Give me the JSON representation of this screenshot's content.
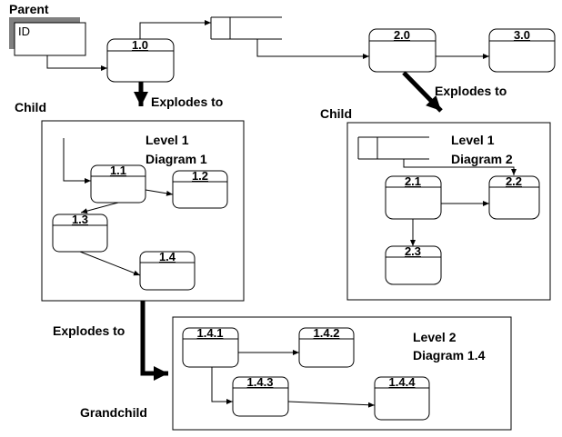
{
  "labels": {
    "parent": "Parent",
    "child_left": "Child",
    "child_right": "Child",
    "grandchild": "Grandchild",
    "explodes_1": "Explodes to",
    "explodes_2": "Explodes to",
    "explodes_3": "Explodes to"
  },
  "external_entity": {
    "label": "ID"
  },
  "context_level": {
    "processes": [
      {
        "id": "1.0"
      },
      {
        "id": "2.0"
      },
      {
        "id": "3.0"
      }
    ]
  },
  "diagram_1": {
    "title_line1": "Level 1",
    "title_line2": "Diagram 1",
    "processes": [
      {
        "id": "1.1"
      },
      {
        "id": "1.2"
      },
      {
        "id": "1.3"
      },
      {
        "id": "1.4"
      }
    ]
  },
  "diagram_2": {
    "title_line1": "Level 1",
    "title_line2": "Diagram 2",
    "processes": [
      {
        "id": "2.1"
      },
      {
        "id": "2.2"
      },
      {
        "id": "2.3"
      }
    ]
  },
  "diagram_1_4": {
    "title_line1": "Level 2",
    "title_line2": "Diagram 1.4",
    "processes": [
      {
        "id": "1.4.1"
      },
      {
        "id": "1.4.2"
      },
      {
        "id": "1.4.3"
      },
      {
        "id": "1.4.4"
      }
    ]
  }
}
